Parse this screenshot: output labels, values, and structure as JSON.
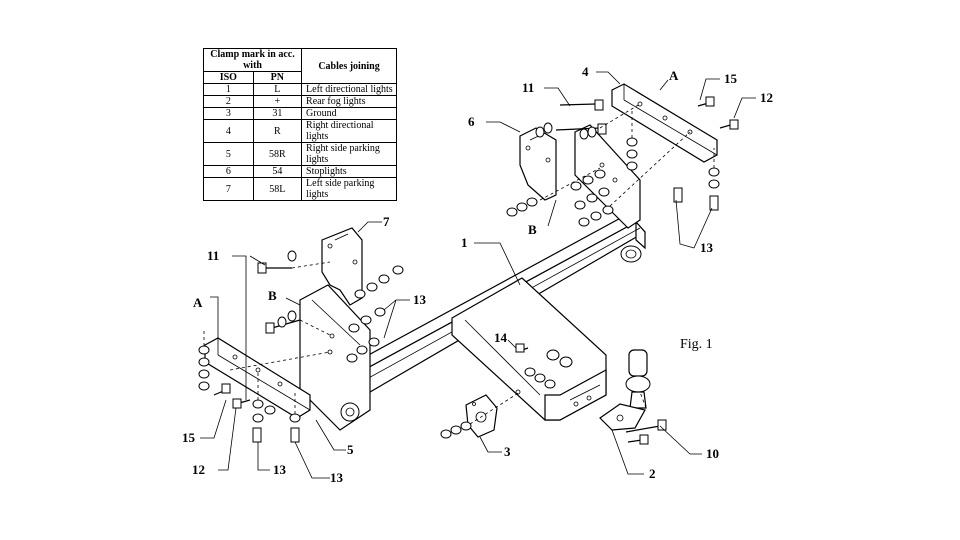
{
  "table": {
    "header_clamp_mark": "Clamp mark in acc. with",
    "header_iso": "ISO",
    "header_pn": "PN",
    "header_cables": "Cables joining",
    "rows": [
      {
        "iso": "1",
        "pn": "L",
        "cable": "Left directional lights"
      },
      {
        "iso": "2",
        "pn": "+",
        "cable": "Rear fog lights"
      },
      {
        "iso": "3",
        "pn": "31",
        "cable": "Ground"
      },
      {
        "iso": "4",
        "pn": "R",
        "cable": "Right directional lights"
      },
      {
        "iso": "5",
        "pn": "58R",
        "cable": "Right side parking lights"
      },
      {
        "iso": "6",
        "pn": "54",
        "cable": "Stoplights"
      },
      {
        "iso": "7",
        "pn": "58L",
        "cable": "Left side parking lights"
      }
    ]
  },
  "figure_label": "Fig. 1",
  "callouts": {
    "n1": "1",
    "n2": "2",
    "n3": "3",
    "n4": "4",
    "n5": "5",
    "n6": "6",
    "n7": "7",
    "n10": "10",
    "n11a": "11",
    "n11b": "11",
    "n12a": "12",
    "n12b": "12",
    "n13a": "13",
    "n13b": "13",
    "n13c": "13",
    "n13d": "13",
    "n14": "14",
    "n15a": "15",
    "n15b": "15",
    "A_left": "A",
    "A_right": "A",
    "B_left": "B",
    "B_right": "B"
  }
}
